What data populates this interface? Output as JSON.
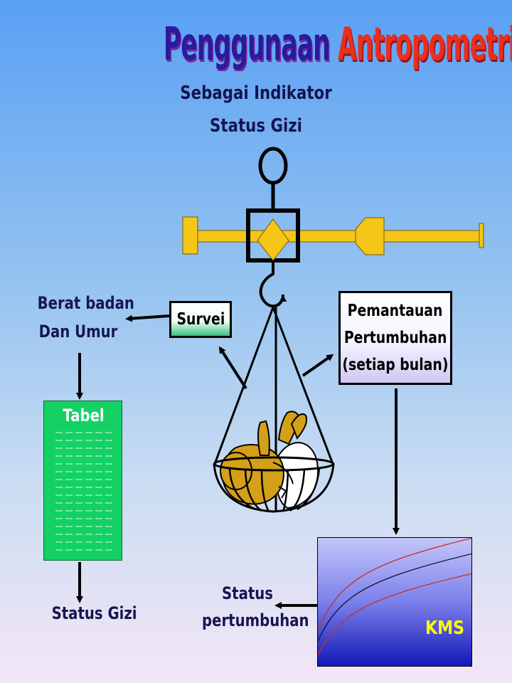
{
  "title": {
    "word1": "Penggunaan",
    "word2": "Antropometri"
  },
  "subtitle": {
    "line1": "Sebagai Indikator",
    "line2": "Status Gizi"
  },
  "nodes": {
    "berat_badan": {
      "line1": "Berat badan",
      "line2": "Dan Umur"
    },
    "survei": "Survei",
    "pemantauan": {
      "line1": "Pemantauan",
      "line2": "Pertumbuhan",
      "line3": "(setiap bulan)"
    },
    "tabel": "Tabel",
    "status_gizi": "Status Gizi",
    "status_pertumbuhan": {
      "line1": "Status",
      "line2": "pertumbuhan"
    },
    "kms": "KMS"
  },
  "colors": {
    "title_word1": "#2a1a9c",
    "title_word2": "#e8301c",
    "scale_beam": "#f5c518",
    "tabel_fill": "#14d164",
    "kms_label": "#ffff00",
    "baby_skin": "#d4a017"
  }
}
